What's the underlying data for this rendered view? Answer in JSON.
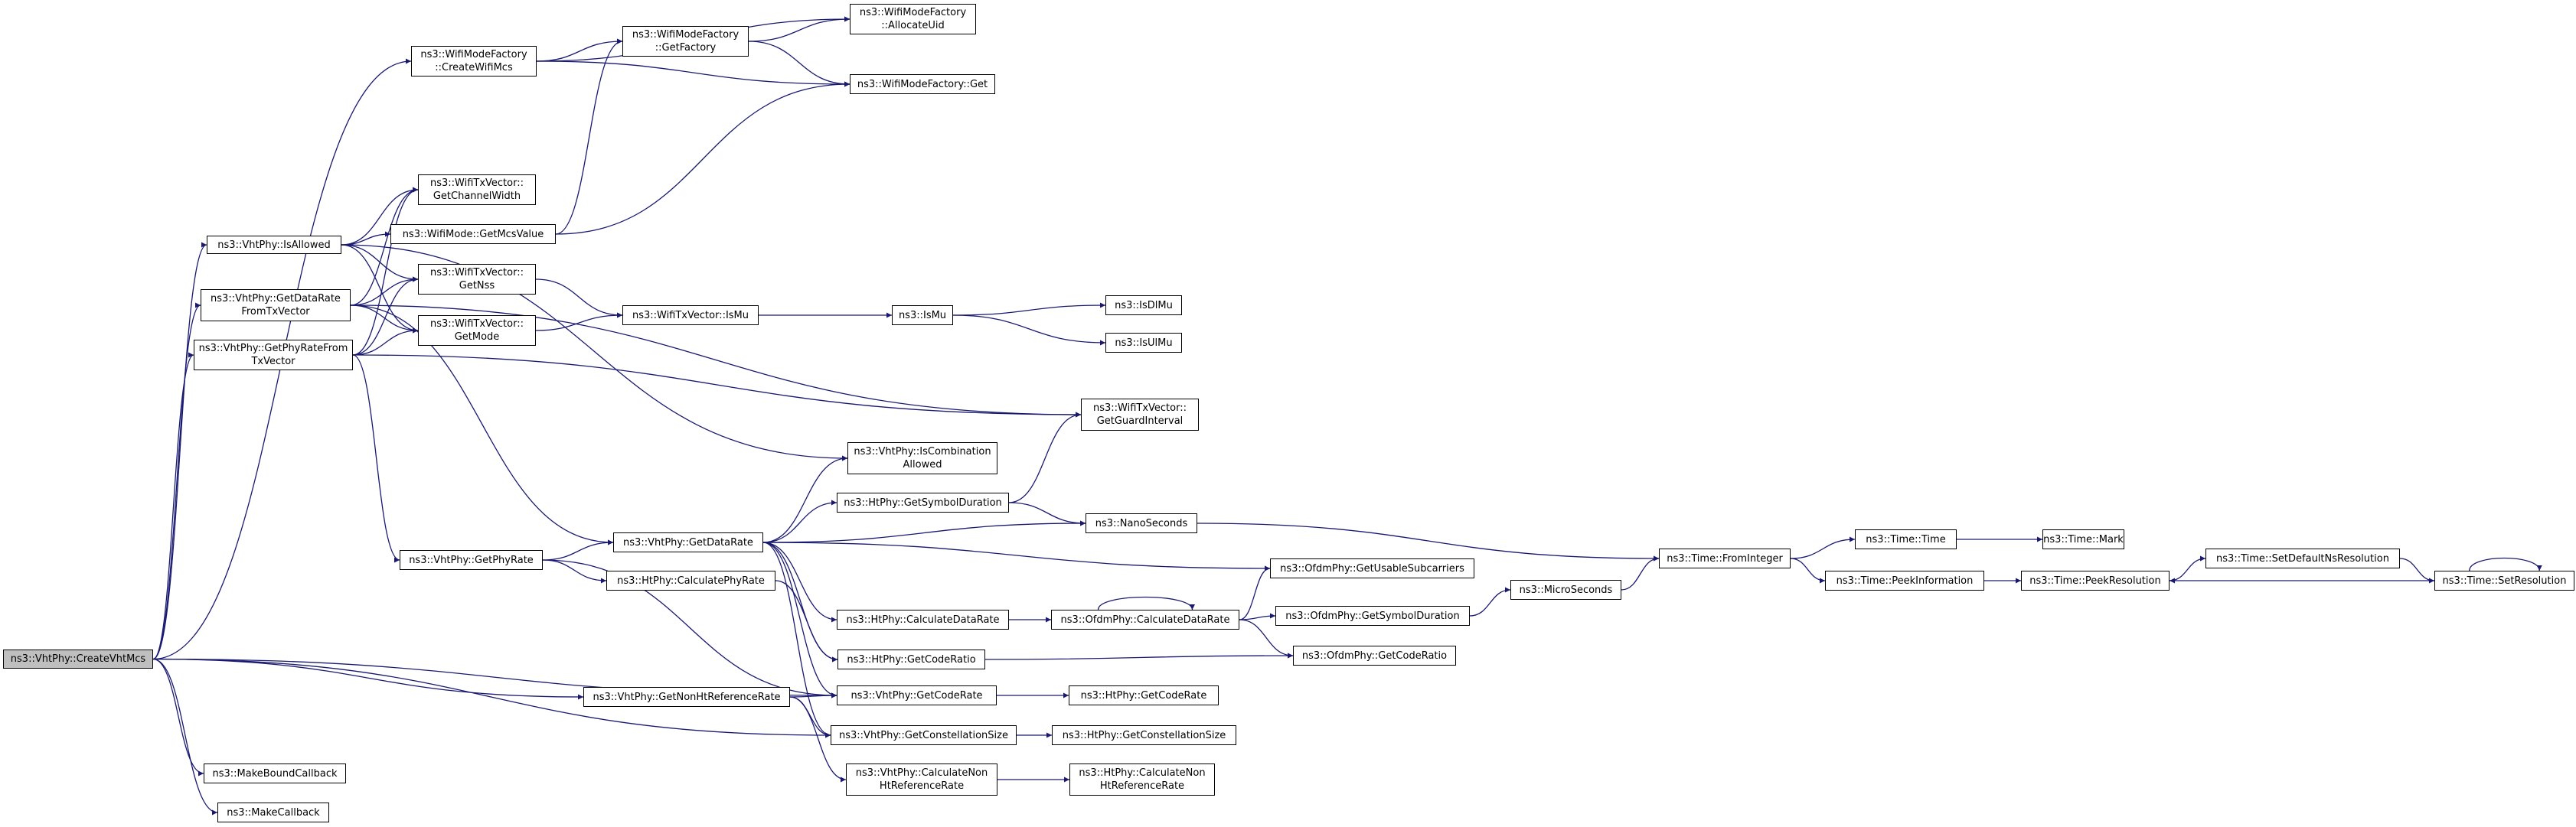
{
  "graph": {
    "colors": {
      "edge": "#191970",
      "node_border": "#000000",
      "node_fill": "#ffffff",
      "root_fill": "#bfbfbf"
    },
    "nodes": [
      {
        "id": "createVhtMcs",
        "label": "ns3::VhtPhy::CreateVhtMcs",
        "root": true
      },
      {
        "id": "createWifiMcs",
        "label": "ns3::WifiModeFactory\n::CreateWifiMcs"
      },
      {
        "id": "getFactory",
        "label": "ns3::WifiModeFactory\n::GetFactory"
      },
      {
        "id": "allocateUid",
        "label": "ns3::WifiModeFactory\n::AllocateUid"
      },
      {
        "id": "wmfGet",
        "label": "ns3::WifiModeFactory::Get"
      },
      {
        "id": "isAllowed",
        "label": "ns3::VhtPhy::IsAllowed"
      },
      {
        "id": "getDataRateFromTx",
        "label": "ns3::VhtPhy::GetDataRate\nFromTxVector"
      },
      {
        "id": "getPhyRateFromTx",
        "label": "ns3::VhtPhy::GetPhyRateFrom\nTxVector"
      },
      {
        "id": "getChannelWidth",
        "label": "ns3::WifiTxVector::\nGetChannelWidth"
      },
      {
        "id": "getMcsValue",
        "label": "ns3::WifiMode::GetMcsValue"
      },
      {
        "id": "getNss",
        "label": "ns3::WifiTxVector::\nGetNss"
      },
      {
        "id": "getMode",
        "label": "ns3::WifiTxVector::\nGetMode"
      },
      {
        "id": "txIsMu",
        "label": "ns3::WifiTxVector::IsMu"
      },
      {
        "id": "isMu",
        "label": "ns3::IsMu"
      },
      {
        "id": "isDlMu",
        "label": "ns3::IsDlMu"
      },
      {
        "id": "isUlMu",
        "label": "ns3::IsUlMu"
      },
      {
        "id": "getGuardInterval",
        "label": "ns3::WifiTxVector::\nGetGuardInterval"
      },
      {
        "id": "isComboAllowed",
        "label": "ns3::VhtPhy::IsCombination\nAllowed"
      },
      {
        "id": "htGetSymbolDuration",
        "label": "ns3::HtPhy::GetSymbolDuration"
      },
      {
        "id": "vhtGetDataRate",
        "label": "ns3::VhtPhy::GetDataRate"
      },
      {
        "id": "getPhyRate",
        "label": "ns3::VhtPhy::GetPhyRate"
      },
      {
        "id": "nanoSeconds",
        "label": "ns3::NanoSeconds"
      },
      {
        "id": "fromInteger",
        "label": "ns3::Time::FromInteger"
      },
      {
        "id": "timeTime",
        "label": "ns3::Time::Time"
      },
      {
        "id": "timeMark",
        "label": "ns3::Time::Mark"
      },
      {
        "id": "peekInformation",
        "label": "ns3::Time::PeekInformation"
      },
      {
        "id": "peekResolution",
        "label": "ns3::Time::PeekResolution"
      },
      {
        "id": "setDefaultNsRes",
        "label": "ns3::Time::SetDefaultNsResolution"
      },
      {
        "id": "setResolution",
        "label": "ns3::Time::SetResolution"
      },
      {
        "id": "getUsableSubcarriers",
        "label": "ns3::OfdmPhy::GetUsableSubcarriers"
      },
      {
        "id": "microSeconds",
        "label": "ns3::MicroSeconds"
      },
      {
        "id": "htCalcPhyRate",
        "label": "ns3::HtPhy::CalculatePhyRate"
      },
      {
        "id": "htCalcDataRate",
        "label": "ns3::HtPhy::CalculateDataRate"
      },
      {
        "id": "ofdmCalcDataRate",
        "label": "ns3::OfdmPhy::CalculateDataRate"
      },
      {
        "id": "ofdmGetSymbolDuration",
        "label": "ns3::OfdmPhy::GetSymbolDuration"
      },
      {
        "id": "htGetCodeRatio",
        "label": "ns3::HtPhy::GetCodeRatio"
      },
      {
        "id": "ofdmGetCodeRatio",
        "label": "ns3::OfdmPhy::GetCodeRatio"
      },
      {
        "id": "vhtGetCodeRate",
        "label": "ns3::VhtPhy::GetCodeRate"
      },
      {
        "id": "htGetCodeRate",
        "label": "ns3::HtPhy::GetCodeRate"
      },
      {
        "id": "getNonHtRefRate",
        "label": "ns3::VhtPhy::GetNonHtReferenceRate"
      },
      {
        "id": "vhtGetConstellationSize",
        "label": "ns3::VhtPhy::GetConstellationSize"
      },
      {
        "id": "htGetConstellationSize",
        "label": "ns3::HtPhy::GetConstellationSize"
      },
      {
        "id": "vhtCalcNonHtRefRate",
        "label": "ns3::VhtPhy::CalculateNon\nHtReferenceRate"
      },
      {
        "id": "htCalcNonHtRefRate",
        "label": "ns3::HtPhy::CalculateNon\nHtReferenceRate"
      },
      {
        "id": "makeBoundCallback",
        "label": "ns3::MakeBoundCallback"
      },
      {
        "id": "makeCallback",
        "label": "ns3::MakeCallback"
      }
    ],
    "edges": [
      [
        "createVhtMcs",
        "createWifiMcs"
      ],
      [
        "createVhtMcs",
        "isAllowed"
      ],
      [
        "createVhtMcs",
        "getDataRateFromTx"
      ],
      [
        "createVhtMcs",
        "getPhyRateFromTx"
      ],
      [
        "createVhtMcs",
        "vhtGetCodeRate"
      ],
      [
        "createVhtMcs",
        "getNonHtRefRate"
      ],
      [
        "createVhtMcs",
        "vhtGetConstellationSize"
      ],
      [
        "createVhtMcs",
        "makeBoundCallback"
      ],
      [
        "createVhtMcs",
        "makeCallback"
      ],
      [
        "createWifiMcs",
        "allocateUid"
      ],
      [
        "createWifiMcs",
        "getFactory"
      ],
      [
        "createWifiMcs",
        "wmfGet"
      ],
      [
        "getFactory",
        "allocateUid"
      ],
      [
        "getFactory",
        "wmfGet"
      ],
      [
        "isAllowed",
        "getChannelWidth"
      ],
      [
        "isAllowed",
        "getMcsValue"
      ],
      [
        "isAllowed",
        "getNss"
      ],
      [
        "isAllowed",
        "getMode"
      ],
      [
        "isAllowed",
        "isComboAllowed"
      ],
      [
        "getDataRateFromTx",
        "getChannelWidth"
      ],
      [
        "getDataRateFromTx",
        "getNss"
      ],
      [
        "getDataRateFromTx",
        "getMode"
      ],
      [
        "getDataRateFromTx",
        "getGuardInterval"
      ],
      [
        "getDataRateFromTx",
        "vhtGetDataRate"
      ],
      [
        "getPhyRateFromTx",
        "getChannelWidth"
      ],
      [
        "getPhyRateFromTx",
        "getNss"
      ],
      [
        "getPhyRateFromTx",
        "getMode"
      ],
      [
        "getPhyRateFromTx",
        "getGuardInterval"
      ],
      [
        "getPhyRateFromTx",
        "getPhyRate"
      ],
      [
        "getMcsValue",
        "getFactory"
      ],
      [
        "getMcsValue",
        "wmfGet"
      ],
      [
        "getNss",
        "txIsMu"
      ],
      [
        "getMode",
        "txIsMu"
      ],
      [
        "txIsMu",
        "isMu"
      ],
      [
        "isMu",
        "isDlMu"
      ],
      [
        "isMu",
        "isUlMu"
      ],
      [
        "getPhyRate",
        "vhtGetDataRate"
      ],
      [
        "getPhyRate",
        "htCalcPhyRate"
      ],
      [
        "getPhyRate",
        "vhtGetCodeRate"
      ],
      [
        "htCalcPhyRate",
        "htGetCodeRatio"
      ],
      [
        "vhtGetDataRate",
        "isComboAllowed"
      ],
      [
        "vhtGetDataRate",
        "htGetSymbolDuration"
      ],
      [
        "vhtGetDataRate",
        "nanoSeconds"
      ],
      [
        "vhtGetDataRate",
        "getUsableSubcarriers"
      ],
      [
        "vhtGetDataRate",
        "htCalcDataRate"
      ],
      [
        "vhtGetDataRate",
        "htGetCodeRatio"
      ],
      [
        "vhtGetDataRate",
        "vhtGetCodeRate"
      ],
      [
        "vhtGetDataRate",
        "vhtGetConstellationSize"
      ],
      [
        "htGetSymbolDuration",
        "getGuardInterval"
      ],
      [
        "htGetSymbolDuration",
        "nanoSeconds"
      ],
      [
        "nanoSeconds",
        "fromInteger"
      ],
      [
        "fromInteger",
        "timeTime"
      ],
      [
        "fromInteger",
        "peekInformation"
      ],
      [
        "timeTime",
        "timeMark"
      ],
      [
        "peekInformation",
        "peekResolution"
      ],
      [
        "peekResolution",
        "setDefaultNsRes"
      ],
      [
        "setDefaultNsRes",
        "setResolution"
      ],
      [
        "setResolution",
        "peekResolution"
      ],
      [
        "setResolution",
        "setResolution"
      ],
      [
        "htCalcDataRate",
        "ofdmCalcDataRate"
      ],
      [
        "ofdmCalcDataRate",
        "ofdmCalcDataRate"
      ],
      [
        "ofdmCalcDataRate",
        "getUsableSubcarriers"
      ],
      [
        "ofdmCalcDataRate",
        "ofdmGetSymbolDuration"
      ],
      [
        "ofdmCalcDataRate",
        "ofdmGetCodeRatio"
      ],
      [
        "ofdmGetSymbolDuration",
        "microSeconds"
      ],
      [
        "microSeconds",
        "fromInteger"
      ],
      [
        "htGetCodeRatio",
        "ofdmGetCodeRatio"
      ],
      [
        "vhtGetCodeRate",
        "htGetCodeRate"
      ],
      [
        "getNonHtRefRate",
        "vhtGetCodeRate"
      ],
      [
        "getNonHtRefRate",
        "vhtGetConstellationSize"
      ],
      [
        "getNonHtRefRate",
        "vhtCalcNonHtRefRate"
      ],
      [
        "vhtGetConstellationSize",
        "htGetConstellationSize"
      ],
      [
        "vhtCalcNonHtRefRate",
        "htCalcNonHtRefRate"
      ]
    ]
  }
}
